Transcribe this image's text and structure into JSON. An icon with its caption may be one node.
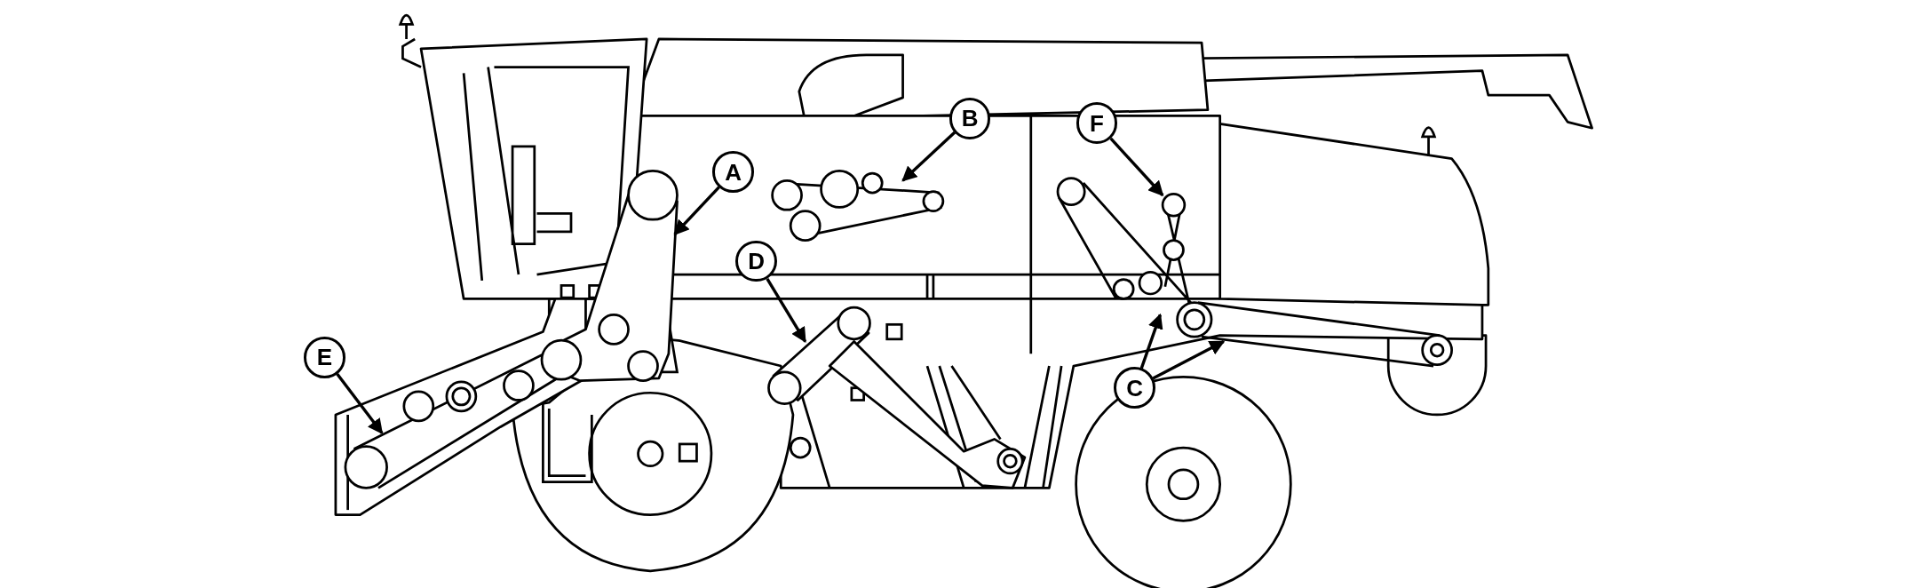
{
  "diagram": {
    "nodes": [
      {
        "text": [
          "A"
        ]
      },
      {
        "text": [
          "B"
        ]
      },
      {
        "text": [
          "C"
        ]
      },
      {
        "text": [
          "D"
        ]
      },
      {
        "text": [
          "E"
        ]
      },
      {
        "text": [
          "F"
        ]
      }
    ],
    "edges": [
      {
        "from": 0,
        "to": null,
        "arrow": "to"
      },
      {
        "from": 1,
        "to": null,
        "arrow": "to"
      },
      {
        "from": 2,
        "to": null,
        "arrow": "to"
      },
      {
        "from": 2,
        "to": null,
        "arrow": "to"
      },
      {
        "from": 3,
        "to": null,
        "arrow": "to"
      },
      {
        "from": 4,
        "to": null,
        "arrow": "to"
      },
      {
        "from": 5,
        "to": null,
        "arrow": "to"
      }
    ]
  }
}
